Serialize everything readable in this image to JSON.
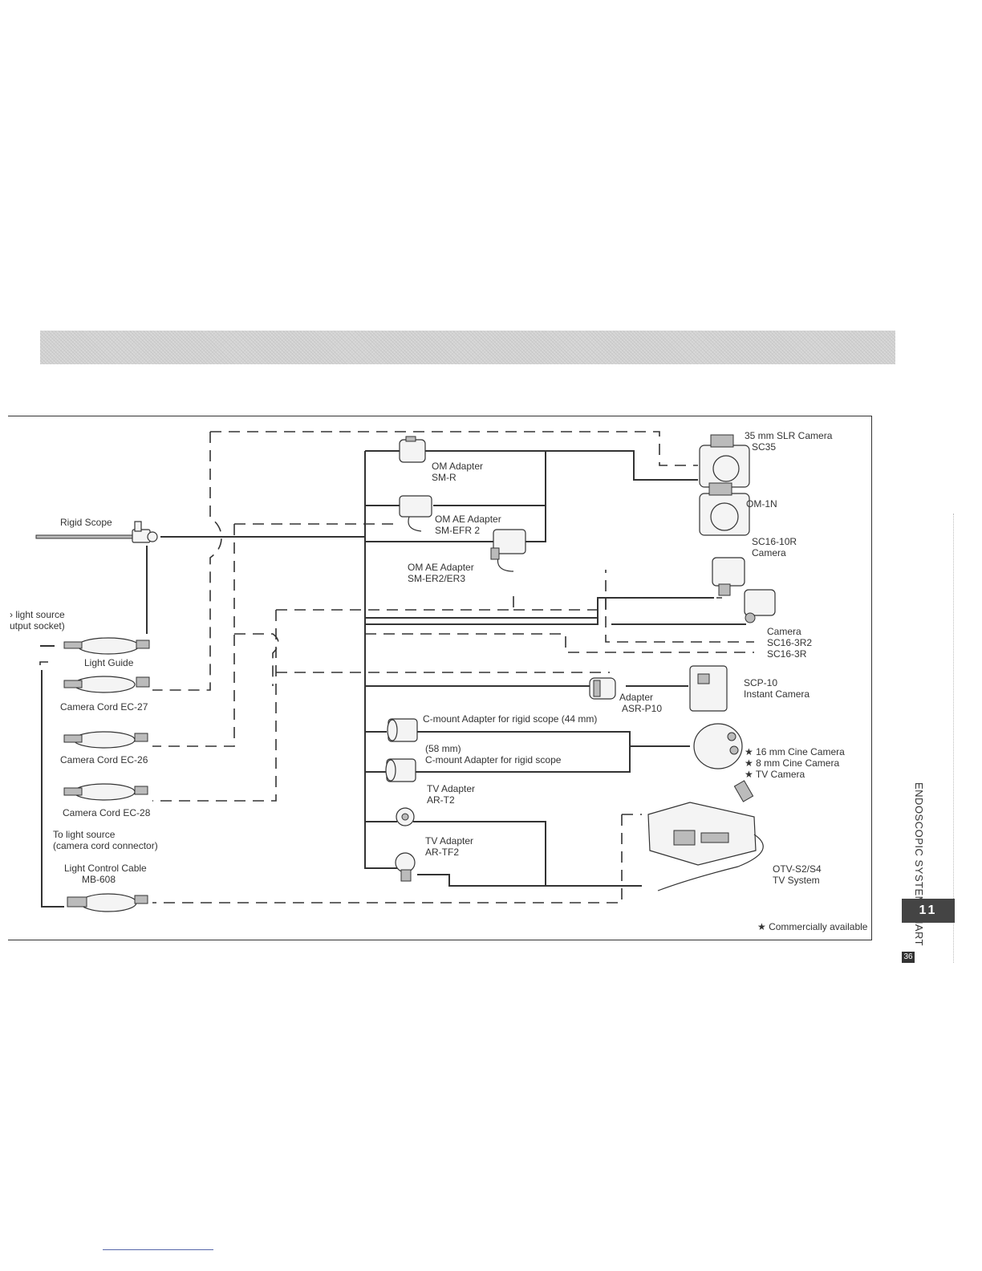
{
  "side_title": "ENDOSCOPIC SYSTEM CHART",
  "section_tab": "11",
  "page_number": "36",
  "footnote": "★ Commercially available",
  "left": {
    "rigid_scope": "Rigid Scope",
    "light_source_1": "› light source",
    "light_source_2": "utput socket)",
    "light_guide": "Light Guide",
    "cord_ec27": "Camera Cord EC-27",
    "cord_ec26": "Camera Cord EC-26",
    "cord_ec28": "Camera Cord EC-28",
    "to_light_1": "To light source",
    "to_light_2": "(camera cord connector)",
    "lcc_1": "Light Control Cable",
    "lcc_2": "MB-608"
  },
  "adapters": {
    "om_1": "OM Adapter",
    "om_2": "SM-R",
    "omae_1": "OM AE Adapter",
    "omae_2": "SM-EFR 2",
    "omae2_1": "OM AE Adapter",
    "omae2_2": "SM-ER2/ER3",
    "asr_1": "Adapter",
    "asr_2": "ASR-P10",
    "cm44": "C-mount Adapter for rigid scope (44 mm)",
    "cm58_1": "(58 mm)",
    "cm58_2": "C-mount Adapter for rigid scope",
    "tv_1": "TV Adapter",
    "tv_2": "AR-T2",
    "tvf_1": "TV Adapter",
    "tvf_2": "AR-TF2"
  },
  "cameras": {
    "slr_1": "35 mm SLR Camera",
    "slr_2": "SC35",
    "om1n": "OM-1N",
    "sc1610r_1": "SC16-10R",
    "sc1610r_2": "Camera",
    "sc163_1": "Camera",
    "sc163_2": "SC16-3R2",
    "sc163_3": "SC16-3R",
    "scp_1": "SCP-10",
    "scp_2": "Instant Camera",
    "cine_1": "★ 16 mm Cine Camera",
    "cine_2": "★ 8 mm Cine Camera",
    "cine_3": "★ TV Camera",
    "otv_1": "OTV-S2/S4",
    "otv_2": "TV System"
  }
}
